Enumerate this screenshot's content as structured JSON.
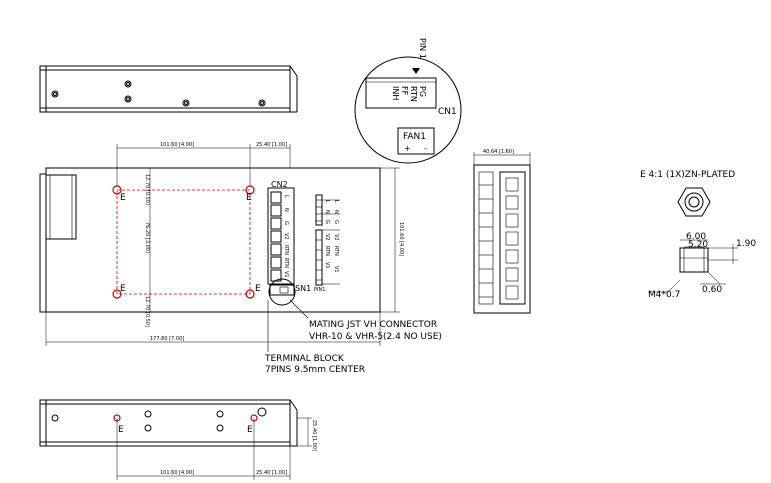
{
  "labels": {
    "pin1_top": "PIN 1",
    "cn1": "CN1",
    "cn1_pins": [
      "PG",
      "RTN",
      "FF",
      "INH"
    ],
    "fan1": "FAN1",
    "fan_plus": "+",
    "fan_minus": "-",
    "cn2": "CN2",
    "terminals": [
      "L",
      "N",
      "G",
      "V2",
      "RTN",
      "RTN",
      "V1"
    ],
    "conn_pins": [
      "L",
      "N",
      "G",
      "V2",
      "RTN",
      "V1"
    ],
    "sn1": "SN1",
    "pin1_bottom": "PIN1",
    "mating_line1": "MATING JST VH CONNECTOR",
    "mating_line2": "VHR-10 & VHR-5(2.4 NO USE)",
    "terminal_line1": "TERMINAL BLOCK",
    "terminal_line2": "7PINS 9.5mm CENTER",
    "screw_spec": "E 4:1 (1X)ZN-PLATED",
    "dim_600": "6.00",
    "dim_520": "5.20",
    "dim_190": "1.90",
    "dim_m4": "M4*0.7",
    "dim_060": "0.60",
    "hole_e": "E"
  },
  "dimensions": {
    "top_101": "101.60 [4.00]",
    "top_25": "25.40 [1.00]",
    "v_1270a": "12.70 [0.50]",
    "v_7620": "76.20 [3.00]",
    "v_1270b": "12.70 [0.50]",
    "right_101": "101.60 [4.00]",
    "width_177": "177.80 [7.00]",
    "side_4064": "40.64 [1.60]",
    "bottom_101": "101.60 [4.00]",
    "bottom_25": "25.40 [1.00]",
    "bottom_v25": "25.40 [1.00]"
  }
}
